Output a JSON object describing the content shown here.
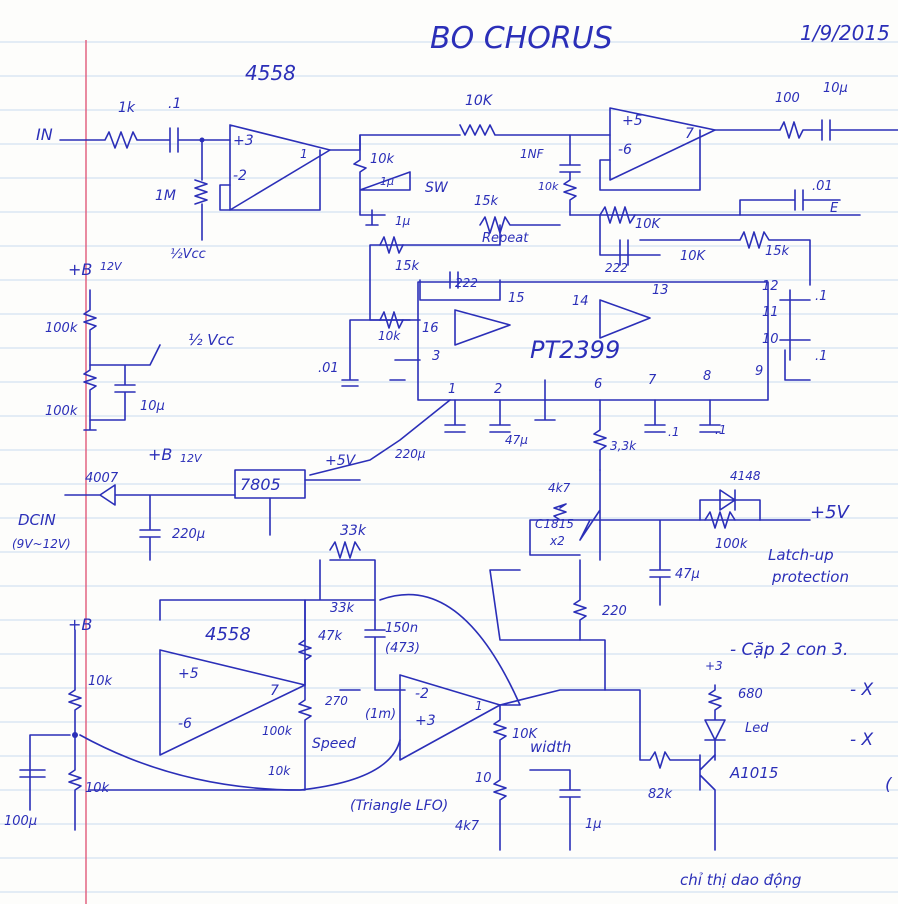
{
  "header": {
    "title": "BO CHORUS",
    "date": "1/9/2015"
  },
  "ic_labels": {
    "opamp1": "4558",
    "opamp2": "4558",
    "bbd": "PT2399",
    "regulator": "7805"
  },
  "pin_labels": {
    "u1_plus": "+3",
    "u1_minus": "-2",
    "u1_out": "1",
    "u2_plus": "+5",
    "u2_minus": "-6",
    "u2_out": "7",
    "pt_15": "15",
    "pt_14": "14",
    "pt_13": "13",
    "pt_12": "12",
    "pt_11": "11",
    "pt_10": "10",
    "pt_9": "9",
    "pt_16": "16",
    "pt_3": "3",
    "pt_1": "1",
    "pt_2": "2",
    "pt_6": "6",
    "pt_7": "7",
    "pt_8": "8",
    "lfo_plus5": "+5",
    "lfo_minus6": "-6",
    "lfo_7": "7",
    "lfo_minus2": "-2",
    "lfo_plus3": "+3",
    "lfo_1": "1"
  },
  "components": {
    "in_label": "IN",
    "r_in": "1k",
    "c_in": ".1",
    "r_bias": "1M",
    "vcc_half_a": "½Vcc",
    "r_mid1": "10K",
    "r_sw": "10k",
    "c_sw": "1μ",
    "sw": "SW",
    "c_1nf": "1NF",
    "r_10k_a": "10k",
    "r_100": "100",
    "c_out": "10μ",
    "r_15k_a": "15k",
    "repeat": "Repeat",
    "r_15k_b": "15k",
    "c_1u": "1μ",
    "r_10k_b": "10K",
    "r_10k_c": "10K",
    "r_15k_c": "15k",
    "c_01_a": ".01",
    "e_label": "E",
    "c_222_a": "222",
    "c_222_b": "222",
    "c_01_b": ".01",
    "r_10k_d": "10k",
    "c_p1_a": ".1",
    "c_p1_b": ".1",
    "b12_a": "+B",
    "b12_a_v": "12V",
    "r100k_a": "100k",
    "r100k_b": "100k",
    "c_10u": "10μ",
    "vcc_half_b": "½ Vcc",
    "c_220u_a": "220μ",
    "c_47u_a": "47μ",
    "c_p1_c": ".1",
    "c_p1_d": ".1",
    "plus5_a": "+5V",
    "r_33": "3,3k",
    "dc_in": "DCIN",
    "dc_range": "(9V~12V)",
    "d4007": "4007",
    "b12_b": "+B",
    "b12_b_v": "12V",
    "c_220u_b": "220μ",
    "r_4k7": "4k7",
    "q_c1815": "C1815",
    "q_x2": "x2",
    "c_47u_b": "47μ",
    "r_220": "220",
    "d_4148": "4148",
    "r_100k_c": "100k",
    "plus5_b": "+5V",
    "latch1": "Latch-up",
    "latch2": "protection",
    "r_33k_a": "33k",
    "r_33k_b": "33k",
    "c_150n": "150n",
    "c_473": "(473)",
    "r_47k": "47k",
    "r_100k_d": "100k",
    "speed": "Speed",
    "r_270": "270",
    "r_1m": "(1m)",
    "r_10k_e": "10k",
    "width": "width",
    "b_c": "+B",
    "r_10k_f": "10k",
    "r_10k_g": "10k",
    "c_100u": "100μ",
    "r_10k_h": "10K",
    "r_10_w": "10",
    "r_4k7_b": "4k7",
    "c_1u_b": "1μ",
    "triangle": "(Triangle LFO)",
    "b3": "+3",
    "r_680": "680",
    "led": "Led",
    "r_82k": "82k",
    "q_a1015": "A1015",
    "indicator": "chỉ thị dao động"
  },
  "side_notes": {
    "line1": "- Cặp 2 con 3.",
    "line2": "- X",
    "line3": "- X",
    "line4": "("
  },
  "ink_color": "#2b2fb8"
}
